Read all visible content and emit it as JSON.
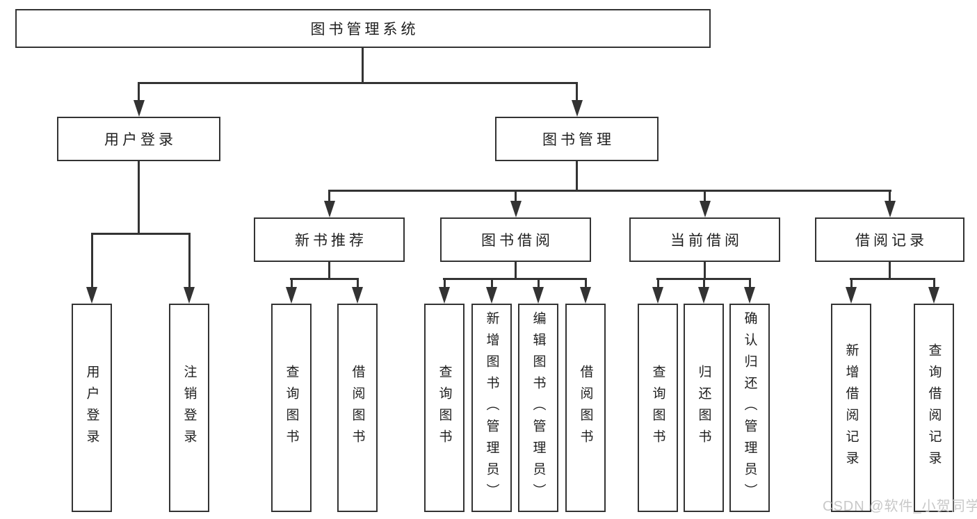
{
  "diagram_title": "图书管理系统",
  "colors": {
    "line": "#333333",
    "text": "#1f1f1f",
    "background": "#ffffff",
    "watermark": "#c5c5c5"
  },
  "nodes": {
    "root": "图书管理系统",
    "user_login": "用户登录",
    "book_management": "图书管理",
    "leaf_user_login": "用户登录",
    "leaf_logout": "注销登录",
    "new_book_recommend": "新书推荐",
    "book_borrow": "图书借阅",
    "current_borrow": "当前借阅",
    "borrow_records": "借阅记录",
    "nbr_query_book": "查询图书",
    "nbr_borrow_book": "借阅图书",
    "bb_query_book": "查询图书",
    "bb_add_book": "新增图书（管理员）",
    "bb_edit_book": "编辑图书（管理员）",
    "bb_borrow_book": "借阅图书",
    "cb_query_book": "查询图书",
    "cb_return_book": "归还图书",
    "cb_confirm_return": "确认归还（管理员）",
    "br_add_record": "新增借阅记录",
    "br_query_record": "查询借阅记录"
  },
  "watermark": {
    "text": "CSDN @软件_小贺同学"
  }
}
